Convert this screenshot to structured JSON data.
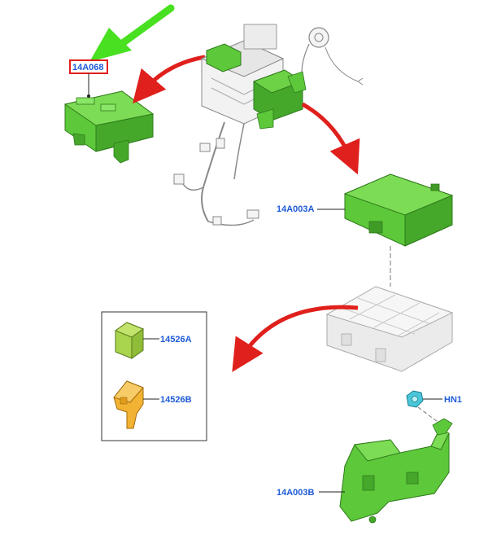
{
  "diagram": {
    "callouts": {
      "battery_junction_box": "14A068",
      "smart_junction_box_a": "14A003A",
      "fuse_a": "14526A",
      "fuse_b": "14526B",
      "nut": "HN1",
      "bracket_b": "14A003B"
    },
    "colors": {
      "part_green": "#5cc83a",
      "part_green_dark": "#3f9a26",
      "arrow_red": "#e0201c",
      "pointer_green": "#48e020",
      "callout_blue": "#1e5bd6",
      "fuse_orange": "#f2b233",
      "nut_cyan": "#49c6d8",
      "highlight_box": "#e0201c"
    }
  }
}
